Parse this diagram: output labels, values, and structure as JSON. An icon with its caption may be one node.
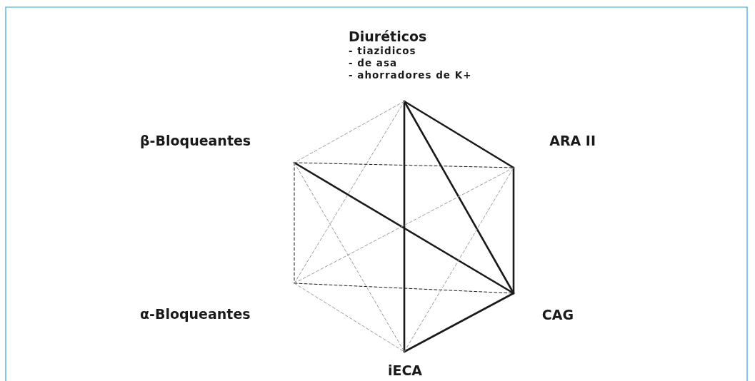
{
  "diagram": {
    "nodes": [
      {
        "text": [
          "Diuréticos",
          "- tiazidicos",
          "- de asa",
          "- ahorradores de K+"
        ]
      },
      {
        "text": [
          "ARA II"
        ]
      },
      {
        "text": [
          "CAG"
        ]
      },
      {
        "text": [
          "iECA"
        ]
      },
      {
        "text": [
          "α-Bloqueantes"
        ]
      },
      {
        "text": [
          "β-Bloqueantes"
        ]
      }
    ],
    "edges": [
      {
        "from": 0,
        "to": 3,
        "arrow": "none",
        "style": "thick"
      },
      {
        "from": 0,
        "to": 1,
        "arrow": "none",
        "style": "thick"
      },
      {
        "from": 0,
        "to": 2,
        "arrow": "none",
        "style": "thick"
      },
      {
        "from": 5,
        "to": 2,
        "arrow": "none",
        "style": "thick"
      },
      {
        "from": 1,
        "to": 2,
        "arrow": "none",
        "style": "thick"
      },
      {
        "from": 2,
        "to": 3,
        "arrow": "none",
        "style": "thick"
      },
      {
        "from": 5,
        "to": 1,
        "arrow": "none",
        "style": "dashed"
      },
      {
        "from": 5,
        "to": 4,
        "arrow": "none",
        "style": "dashed"
      },
      {
        "from": 4,
        "to": 2,
        "arrow": "none",
        "style": "dashed"
      },
      {
        "from": 0,
        "to": 5,
        "arrow": "none",
        "style": "dashed",
        "color": "#9a9a9a"
      },
      {
        "from": 0,
        "to": 4,
        "arrow": "none",
        "style": "dashed",
        "color": "#9a9a9a"
      },
      {
        "from": 5,
        "to": 3,
        "arrow": "none",
        "style": "dashed",
        "color": "#9a9a9a"
      },
      {
        "from": 4,
        "to": 3,
        "arrow": "none",
        "style": "dashed",
        "color": "#9a9a9a"
      },
      {
        "from": 4,
        "to": 1,
        "arrow": "none",
        "style": "dashed",
        "color": "#9a9a9a"
      },
      {
        "from": 3,
        "to": 1,
        "arrow": "none",
        "style": "dashed",
        "color": "#9a9a9a"
      }
    ]
  }
}
